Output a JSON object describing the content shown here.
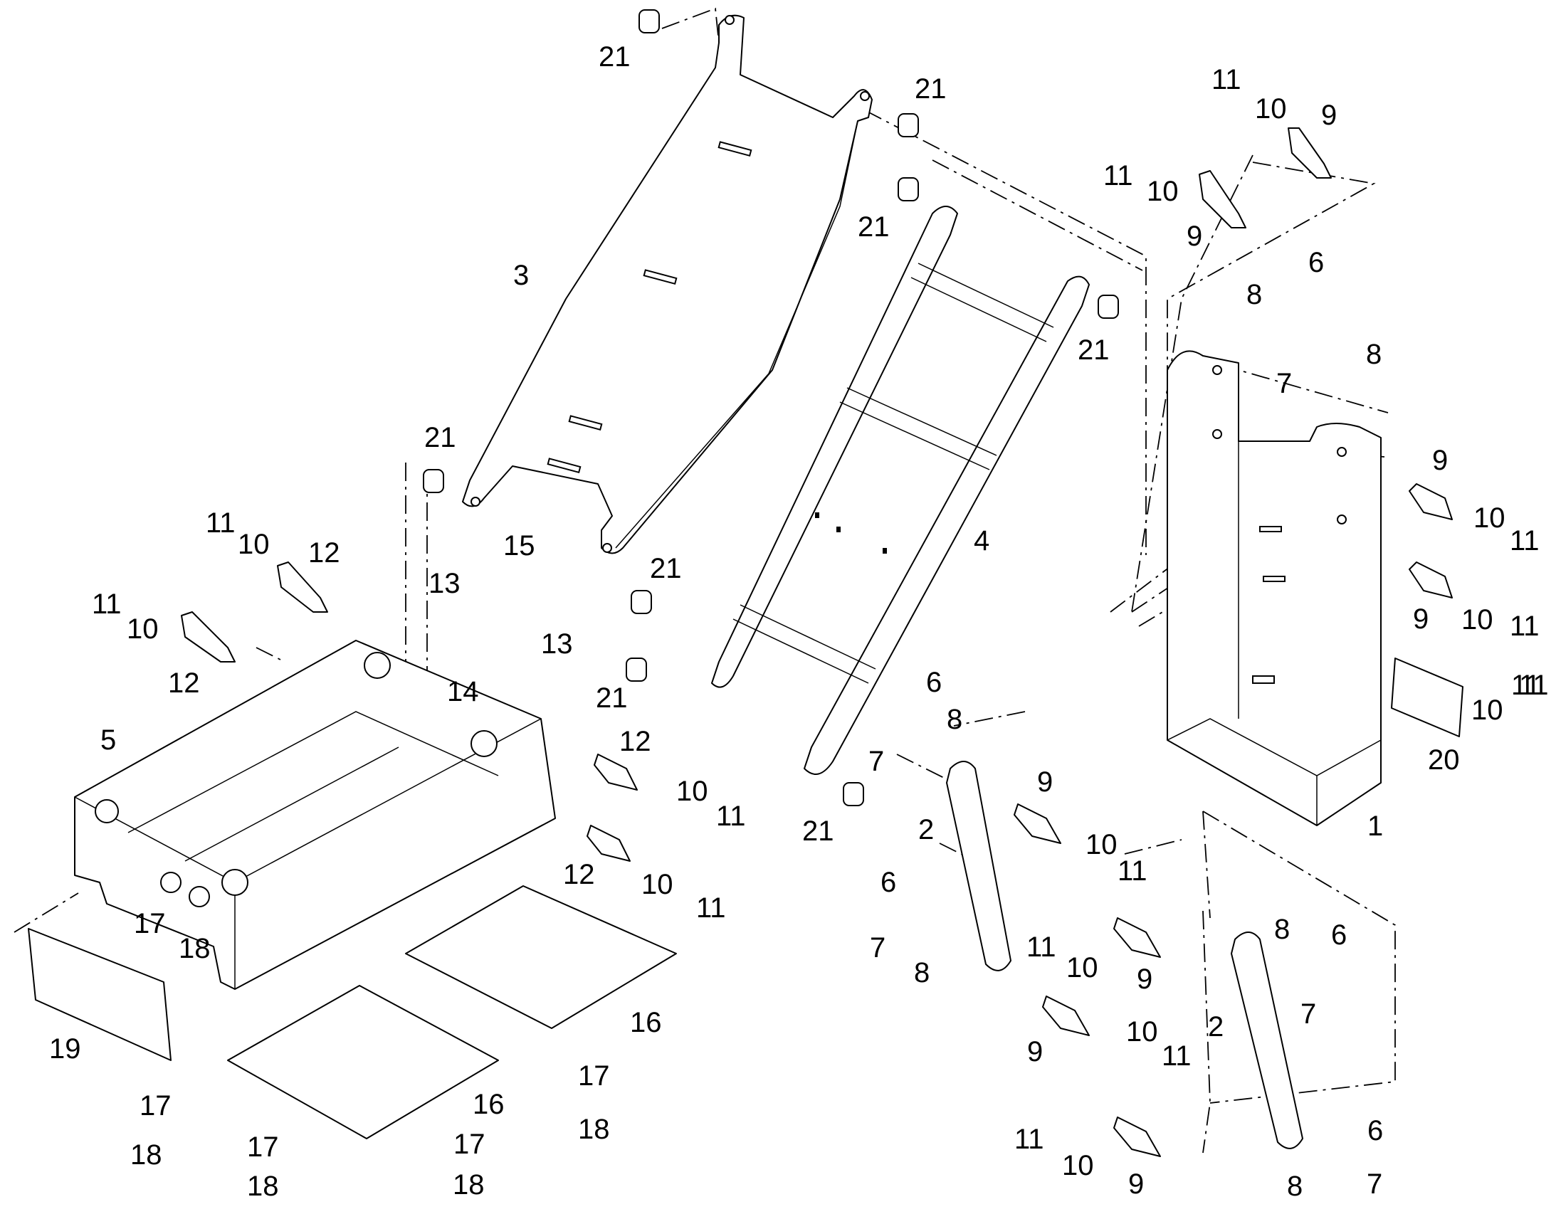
{
  "diagram": {
    "callouts": [
      {
        "id": "c1",
        "text": "21"
      },
      {
        "id": "c2",
        "text": "21"
      },
      {
        "id": "c3",
        "text": "11"
      },
      {
        "id": "c4",
        "text": "10"
      },
      {
        "id": "c5",
        "text": "9"
      },
      {
        "id": "c6",
        "text": "11"
      },
      {
        "id": "c7",
        "text": "10"
      },
      {
        "id": "c8",
        "text": "21"
      },
      {
        "id": "c9",
        "text": "9"
      },
      {
        "id": "c10",
        "text": "3"
      },
      {
        "id": "c11",
        "text": "6"
      },
      {
        "id": "c12",
        "text": "8"
      },
      {
        "id": "c13",
        "text": "21"
      },
      {
        "id": "c14",
        "text": "8"
      },
      {
        "id": "c15",
        "text": "7"
      },
      {
        "id": "c16",
        "text": "21"
      },
      {
        "id": "c17",
        "text": "9"
      },
      {
        "id": "c18",
        "text": "15"
      },
      {
        "id": "c19",
        "text": "11"
      },
      {
        "id": "c20",
        "text": "10"
      },
      {
        "id": "c21",
        "text": "12"
      },
      {
        "id": "c22",
        "text": "10"
      },
      {
        "id": "c23",
        "text": "11"
      },
      {
        "id": "c24",
        "text": "4"
      },
      {
        "id": "c25",
        "text": "11"
      },
      {
        "id": "c26",
        "text": "21"
      },
      {
        "id": "c27",
        "text": "13"
      },
      {
        "id": "c28",
        "text": "11"
      },
      {
        "id": "c29",
        "text": "10"
      },
      {
        "id": "c30",
        "text": "13"
      },
      {
        "id": "c31",
        "text": "9"
      },
      {
        "id": "c32",
        "text": "10"
      },
      {
        "id": "c33",
        "text": "11"
      },
      {
        "id": "c34",
        "text": "12"
      },
      {
        "id": "c35",
        "text": "14"
      },
      {
        "id": "c36",
        "text": "21"
      },
      {
        "id": "c37",
        "text": "6"
      },
      {
        "id": "c38",
        "text": "11"
      },
      {
        "id": "c39",
        "text": "5"
      },
      {
        "id": "c40",
        "text": "12"
      },
      {
        "id": "c41",
        "text": "8"
      },
      {
        "id": "c42",
        "text": "10"
      },
      {
        "id": "c43",
        "text": "7"
      },
      {
        "id": "c44",
        "text": "20"
      },
      {
        "id": "c45",
        "text": "10"
      },
      {
        "id": "c46",
        "text": "11"
      },
      {
        "id": "c47",
        "text": "9"
      },
      {
        "id": "c48",
        "text": "21"
      },
      {
        "id": "c49",
        "text": "2"
      },
      {
        "id": "c50",
        "text": "1"
      },
      {
        "id": "c51",
        "text": "10"
      },
      {
        "id": "c52",
        "text": "11"
      },
      {
        "id": "c53",
        "text": "12"
      },
      {
        "id": "c54",
        "text": "10"
      },
      {
        "id": "c55",
        "text": "11"
      },
      {
        "id": "c56",
        "text": "6"
      },
      {
        "id": "c57",
        "text": "17"
      },
      {
        "id": "c58",
        "text": "18"
      },
      {
        "id": "c59",
        "text": "7"
      },
      {
        "id": "c60",
        "text": "11"
      },
      {
        "id": "c61",
        "text": "10"
      },
      {
        "id": "c62",
        "text": "8"
      },
      {
        "id": "c63",
        "text": "6"
      },
      {
        "id": "c64",
        "text": "8"
      },
      {
        "id": "c65",
        "text": "9"
      },
      {
        "id": "c66",
        "text": "7"
      },
      {
        "id": "c67",
        "text": "2"
      },
      {
        "id": "c68",
        "text": "16"
      },
      {
        "id": "c69",
        "text": "19"
      },
      {
        "id": "c70",
        "text": "9"
      },
      {
        "id": "c71",
        "text": "10"
      },
      {
        "id": "c72",
        "text": "11"
      },
      {
        "id": "c73",
        "text": "17"
      },
      {
        "id": "c74",
        "text": "16"
      },
      {
        "id": "c75",
        "text": "18"
      },
      {
        "id": "c76",
        "text": "17"
      },
      {
        "id": "c77",
        "text": "17"
      },
      {
        "id": "c78",
        "text": "17"
      },
      {
        "id": "c79",
        "text": "18"
      },
      {
        "id": "c80",
        "text": "11"
      },
      {
        "id": "c81",
        "text": "6"
      },
      {
        "id": "c82",
        "text": "10"
      },
      {
        "id": "c83",
        "text": "18"
      },
      {
        "id": "c84",
        "text": "18"
      },
      {
        "id": "c85",
        "text": "9"
      },
      {
        "id": "c86",
        "text": "8"
      },
      {
        "id": "c87",
        "text": "7"
      }
    ]
  }
}
